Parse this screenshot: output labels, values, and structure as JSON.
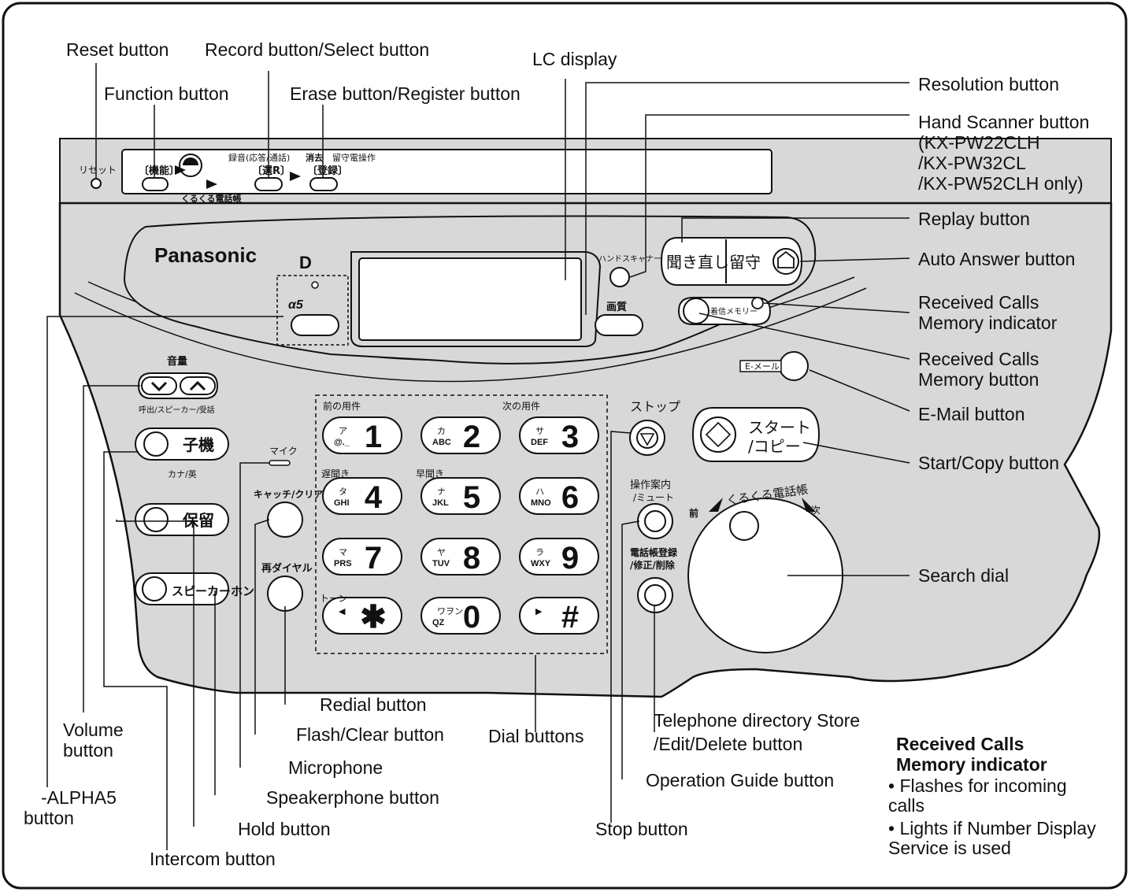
{
  "callouts": {
    "reset": "Reset button",
    "record_select": "Record button/Select button",
    "lc_display": "LC display",
    "function": "Function button",
    "erase_register": "Erase button/Register button",
    "resolution": "Resolution button",
    "hand_scanner": "Hand Scanner button",
    "hand_scanner_model1": "(KX-PW22CLH",
    "hand_scanner_model2": "/KX-PW32CL",
    "hand_scanner_model3": "/KX-PW52CLH only)",
    "replay": "Replay button",
    "auto_answer": "Auto Answer button",
    "rc_indicator_1": "Received Calls",
    "rc_indicator_2": "Memory indicator",
    "rc_button_1": "Received Calls",
    "rc_button_2": "Memory button",
    "email": "E-Mail button",
    "start_copy": "Start/Copy button",
    "search_dial": "Search dial",
    "tel_dir_1": "Telephone directory Store",
    "tel_dir_2": "/Edit/Delete button",
    "op_guide": "Operation Guide button",
    "stop": "Stop button",
    "dial_buttons": "Dial buttons",
    "redial": "Redial button",
    "flash_clear": "Flash/Clear button",
    "microphone": "Microphone",
    "speakerphone": "Speakerphone button",
    "hold": "Hold button",
    "intercom": "Intercom button",
    "volume_1": "Volume",
    "volume_2": "button",
    "alpha_1": "-ALPHA5",
    "alpha_2": "button"
  },
  "note": {
    "title_1": "Received Calls",
    "title_2": "Memory indicator",
    "items": [
      [
        "• Flashes for incoming",
        "  calls"
      ],
      [
        "• Lights if Number Display",
        "  Service is used"
      ]
    ]
  },
  "device": {
    "brand": "Panasonic",
    "brand_d": "D",
    "reset_jp": "リセット",
    "func_jp": "〔機能〕",
    "select_jp": "〔選R〕",
    "register_jp": "〔登録〕",
    "kurukuru_small": "くるくる電話帳",
    "strip_text_1": "録音(応答/通話)",
    "strip_text_2": "消去",
    "strip_text_3": "留守電操作",
    "hand_scanner_jp": "ハンドスキャナー",
    "resolution_jp": "画質",
    "replay_jp": "聞き直し",
    "auto_answer_jp": "留守",
    "rc_memory_jp": "着信メモリー",
    "email_jp": "E-メール",
    "volume_jp": "音量",
    "volume_sub_jp": "呼出/スピーカー/受話",
    "intercom_jp": "子機",
    "kana_jp": "カナ/英",
    "hold_jp": "保留",
    "speaker_jp": "スピーカーホン",
    "mic_jp": "マイク",
    "catch_jp": "キャッチ/クリア",
    "redial_jp": "再ダイヤル",
    "alpha_mark": "α5",
    "alpha_small": "ALPHA",
    "stop_jp": "ストップ",
    "start_jp_1": "スタート",
    "start_jp_2": "/コピー",
    "opguide_jp_1": "操作案内",
    "opguide_jp_2": "/ミュート",
    "teldir_jp_1": "電話帳登録",
    "teldir_jp_2": "/修正/削除",
    "kurukuru_jp": "くるくる電話帳",
    "prev_jp": "前",
    "next_jp": "次",
    "prev_item_jp": "前の用件",
    "next_item_jp": "次の用件",
    "slow_jp": "遅聞き",
    "fast_jp": "早聞き",
    "tone_jp": "トーン",
    "keys": [
      {
        "digit": "1",
        "kana": "ア",
        "letters": "@._"
      },
      {
        "digit": "2",
        "kana": "カ",
        "letters": "ABC"
      },
      {
        "digit": "3",
        "kana": "サ",
        "letters": "DEF"
      },
      {
        "digit": "4",
        "kana": "タ",
        "letters": "GHI"
      },
      {
        "digit": "5",
        "kana": "ナ",
        "letters": "JKL"
      },
      {
        "digit": "6",
        "kana": "ハ",
        "letters": "MNO"
      },
      {
        "digit": "7",
        "kana": "マ",
        "letters": "PRS"
      },
      {
        "digit": "8",
        "kana": "ヤ",
        "letters": "TUV"
      },
      {
        "digit": "9",
        "kana": "ラ",
        "letters": "WXY"
      },
      {
        "digit": "✱",
        "kana": "◀",
        "letters": ""
      },
      {
        "digit": "0",
        "kana": "ワヲン",
        "letters": "QZ"
      },
      {
        "digit": "#",
        "kana": "▶",
        "letters": ""
      }
    ]
  }
}
